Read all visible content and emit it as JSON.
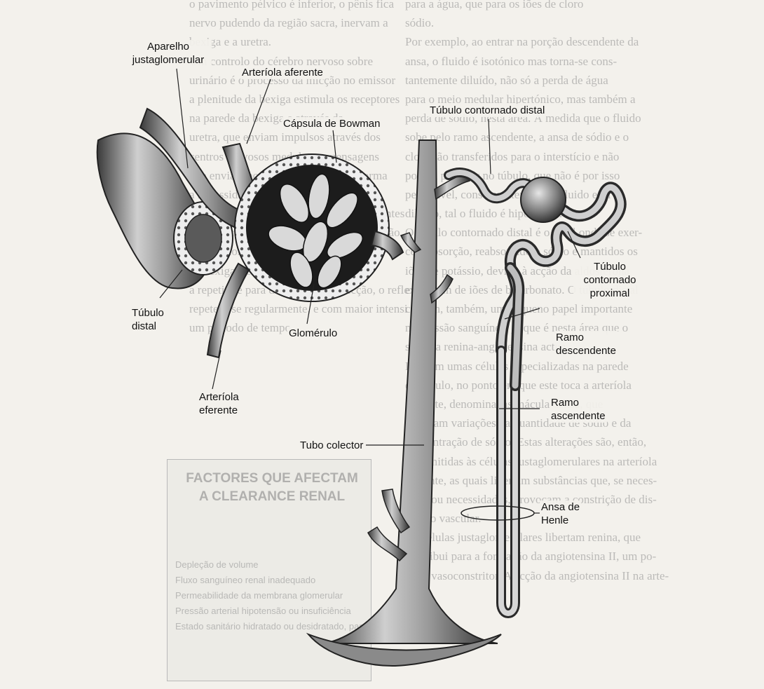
{
  "labels": {
    "aparelho_l1": "Aparelho",
    "aparelho_l2": "justaglomerular",
    "arteriola_aferente": "Arteríola aferente",
    "capsula_bowman": "Cápsula de Bowman",
    "tubulo_distal_l1": "Túbulo",
    "tubulo_distal_l2": "distal",
    "glomerulo": "Glomérulo",
    "arteriola_eferente_l1": "Arteríola",
    "arteriola_eferente_l2": "eferente",
    "tubulo_contornado_distal": "Túbulo contornado distal",
    "tubulo_proximal_l1": "Túbulo",
    "tubulo_proximal_l2": "contornado",
    "tubulo_proximal_l3": "proximal",
    "ramo_descendente_l1": "Ramo",
    "ramo_descendente_l2": "descendente",
    "ramo_ascendente_l1": "Ramo",
    "ramo_ascendente_l2": "ascendente",
    "tubo_colector": "Tubo colector",
    "ansa_henle_l1": "Ansa de",
    "ansa_henle_l2": "Henle"
  },
  "background_left": [
    "o pavimento pélvico é inferior, o pênis fica",
    "nervo pudendo da região sacra, inervam a",
    "bexiga e a uretra.",
    "Um controlo do cérebro nervoso sobre",
    "urinário é o processo da micção no emissor",
    "a plenitude da bexiga estimula os receptores",
    "na parede da bexiga e através da",
    "uretra, que enviam impulsos através dos",
    "centros nervosos medulares, mensagens",
    "que enviam ao córtex cerebral, que forma",
    "a necessidade de urinar. Com a be",
    "cheia, o músculo detrusor contrai, suficientes",
    "para abrir o esfíncter externo. A estimulação",
    "dos faz com que se relaxe a bexiga, além",
    "da bexiga, se o sinal existir na bexiga",
    "a repetir-se para desencadear a micção, o reflexo",
    "repetem-se regularmente, e com maior intensi",
    "um período de tempo."
  ],
  "background_right": [
    "para a água, que para os iões de cloro",
    "sódio.",
    "Por exemplo, ao entrar na porção descendente da",
    "ansa, o fluido é isotónico mas torna-se cons-",
    "tantemente diluído, não só a perda de água",
    "para o meio medular hipertónico, mas também a",
    "perda de sódio, nesta área. À medida que o fluido",
    "sobe pelo ramo ascendente, a ansa de sódio e o",
    "cloro são transferidos para o interstício e não",
    "podem penetrar no túbulo, que não é por isso",
    "permeável, consequentemente o fluido está",
    "diluído, tal o fluido é hipotónico.",
    "O túbulo contornado distal é o local onde se exer-",
    "ce a absorção, reabsorvido o sódio e mantidos os",
    "iões de potássio, devido à acção da aldosterona",
    "e também de iões de bicarbonato. O túbulo distal",
    "contém, também, um pequeno papel importante",
    "na pressão sanguínea, já que é nesta área que o",
    "sistema renina-angiotensina actua.",
    "Existem umas células especializadas na parede",
    "do túbulo, no ponto em que este toca a arteríola",
    "aferente, denominadas mácula densa, que",
    "detectam variações da quantidade de sódio e da",
    "concentração de sódio. Estas alterações são, então,",
    "transmitidas às células justaglomerulares na arteríola",
    "aferente, as quais libertam substâncias que, se neces-",
    "sário ou necessidades, provocam a constrição de dis-",
    "tenção vascular.",
    "As células justaglomerulares libertam renina, que",
    "contribui para a formação da angiotensina II, um po-",
    "tente vasoconstritor. A acção da angiotensina II na arte-"
  ],
  "sidebar": {
    "title_l1": "FACTORES QUE AFECTAM",
    "title_l2": "A CLEARANCE RENAL",
    "items": [
      "Depleção de volume",
      "Fluxo sanguíneo renal inadequado",
      "Permeabilidade da membrana glomerular",
      "Pressão arterial hipotensão ou insuficiência",
      "Estado sanitário hidratado ou desidratado, para"
    ]
  }
}
